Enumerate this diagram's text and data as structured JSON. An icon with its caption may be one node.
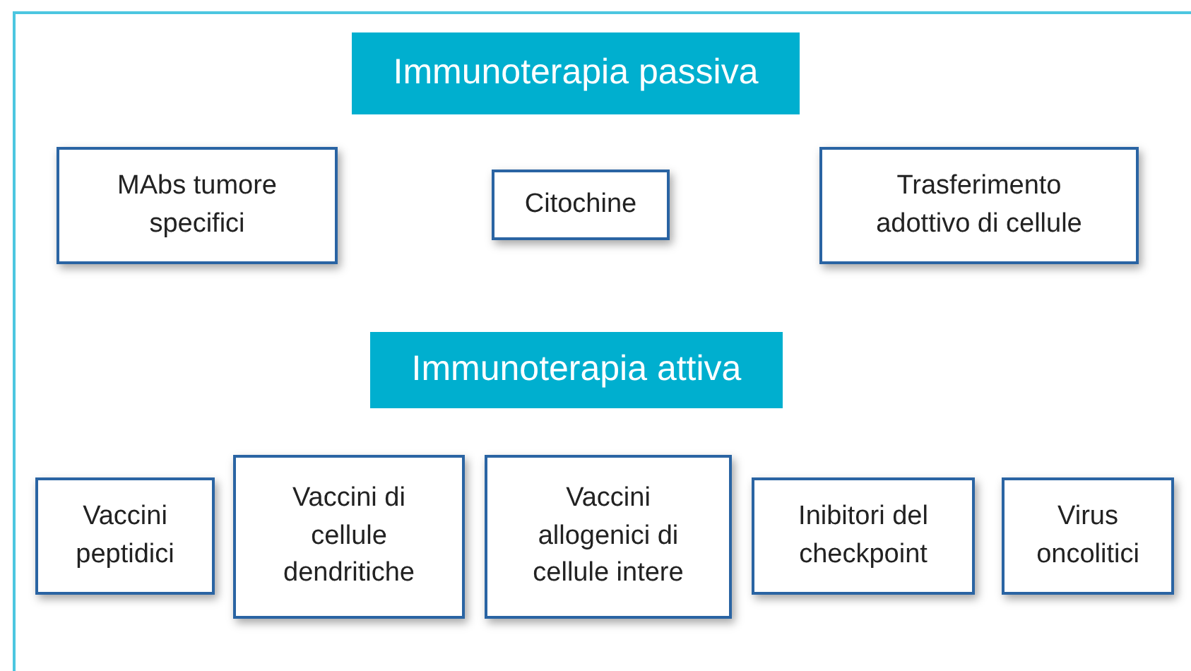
{
  "diagram": {
    "nodes": [
      {
        "text": [
          "Immunoterapia passiva"
        ]
      },
      {
        "text": [
          "MAbs tumore specifici"
        ]
      },
      {
        "text": [
          "Citochine"
        ]
      },
      {
        "text": [
          "Trasferimento adottivo di cellule"
        ]
      },
      {
        "text": [
          "Immunoterapia attiva"
        ]
      },
      {
        "text": [
          "Vaccini peptidici"
        ]
      },
      {
        "text": [
          "Vaccini di cellule dendritiche"
        ]
      },
      {
        "text": [
          "Vaccini allogenici di cellule intere"
        ]
      },
      {
        "text": [
          "Inibitori del checkpoint"
        ]
      },
      {
        "text": [
          "Virus oncolitici"
        ]
      }
    ],
    "edges": []
  }
}
